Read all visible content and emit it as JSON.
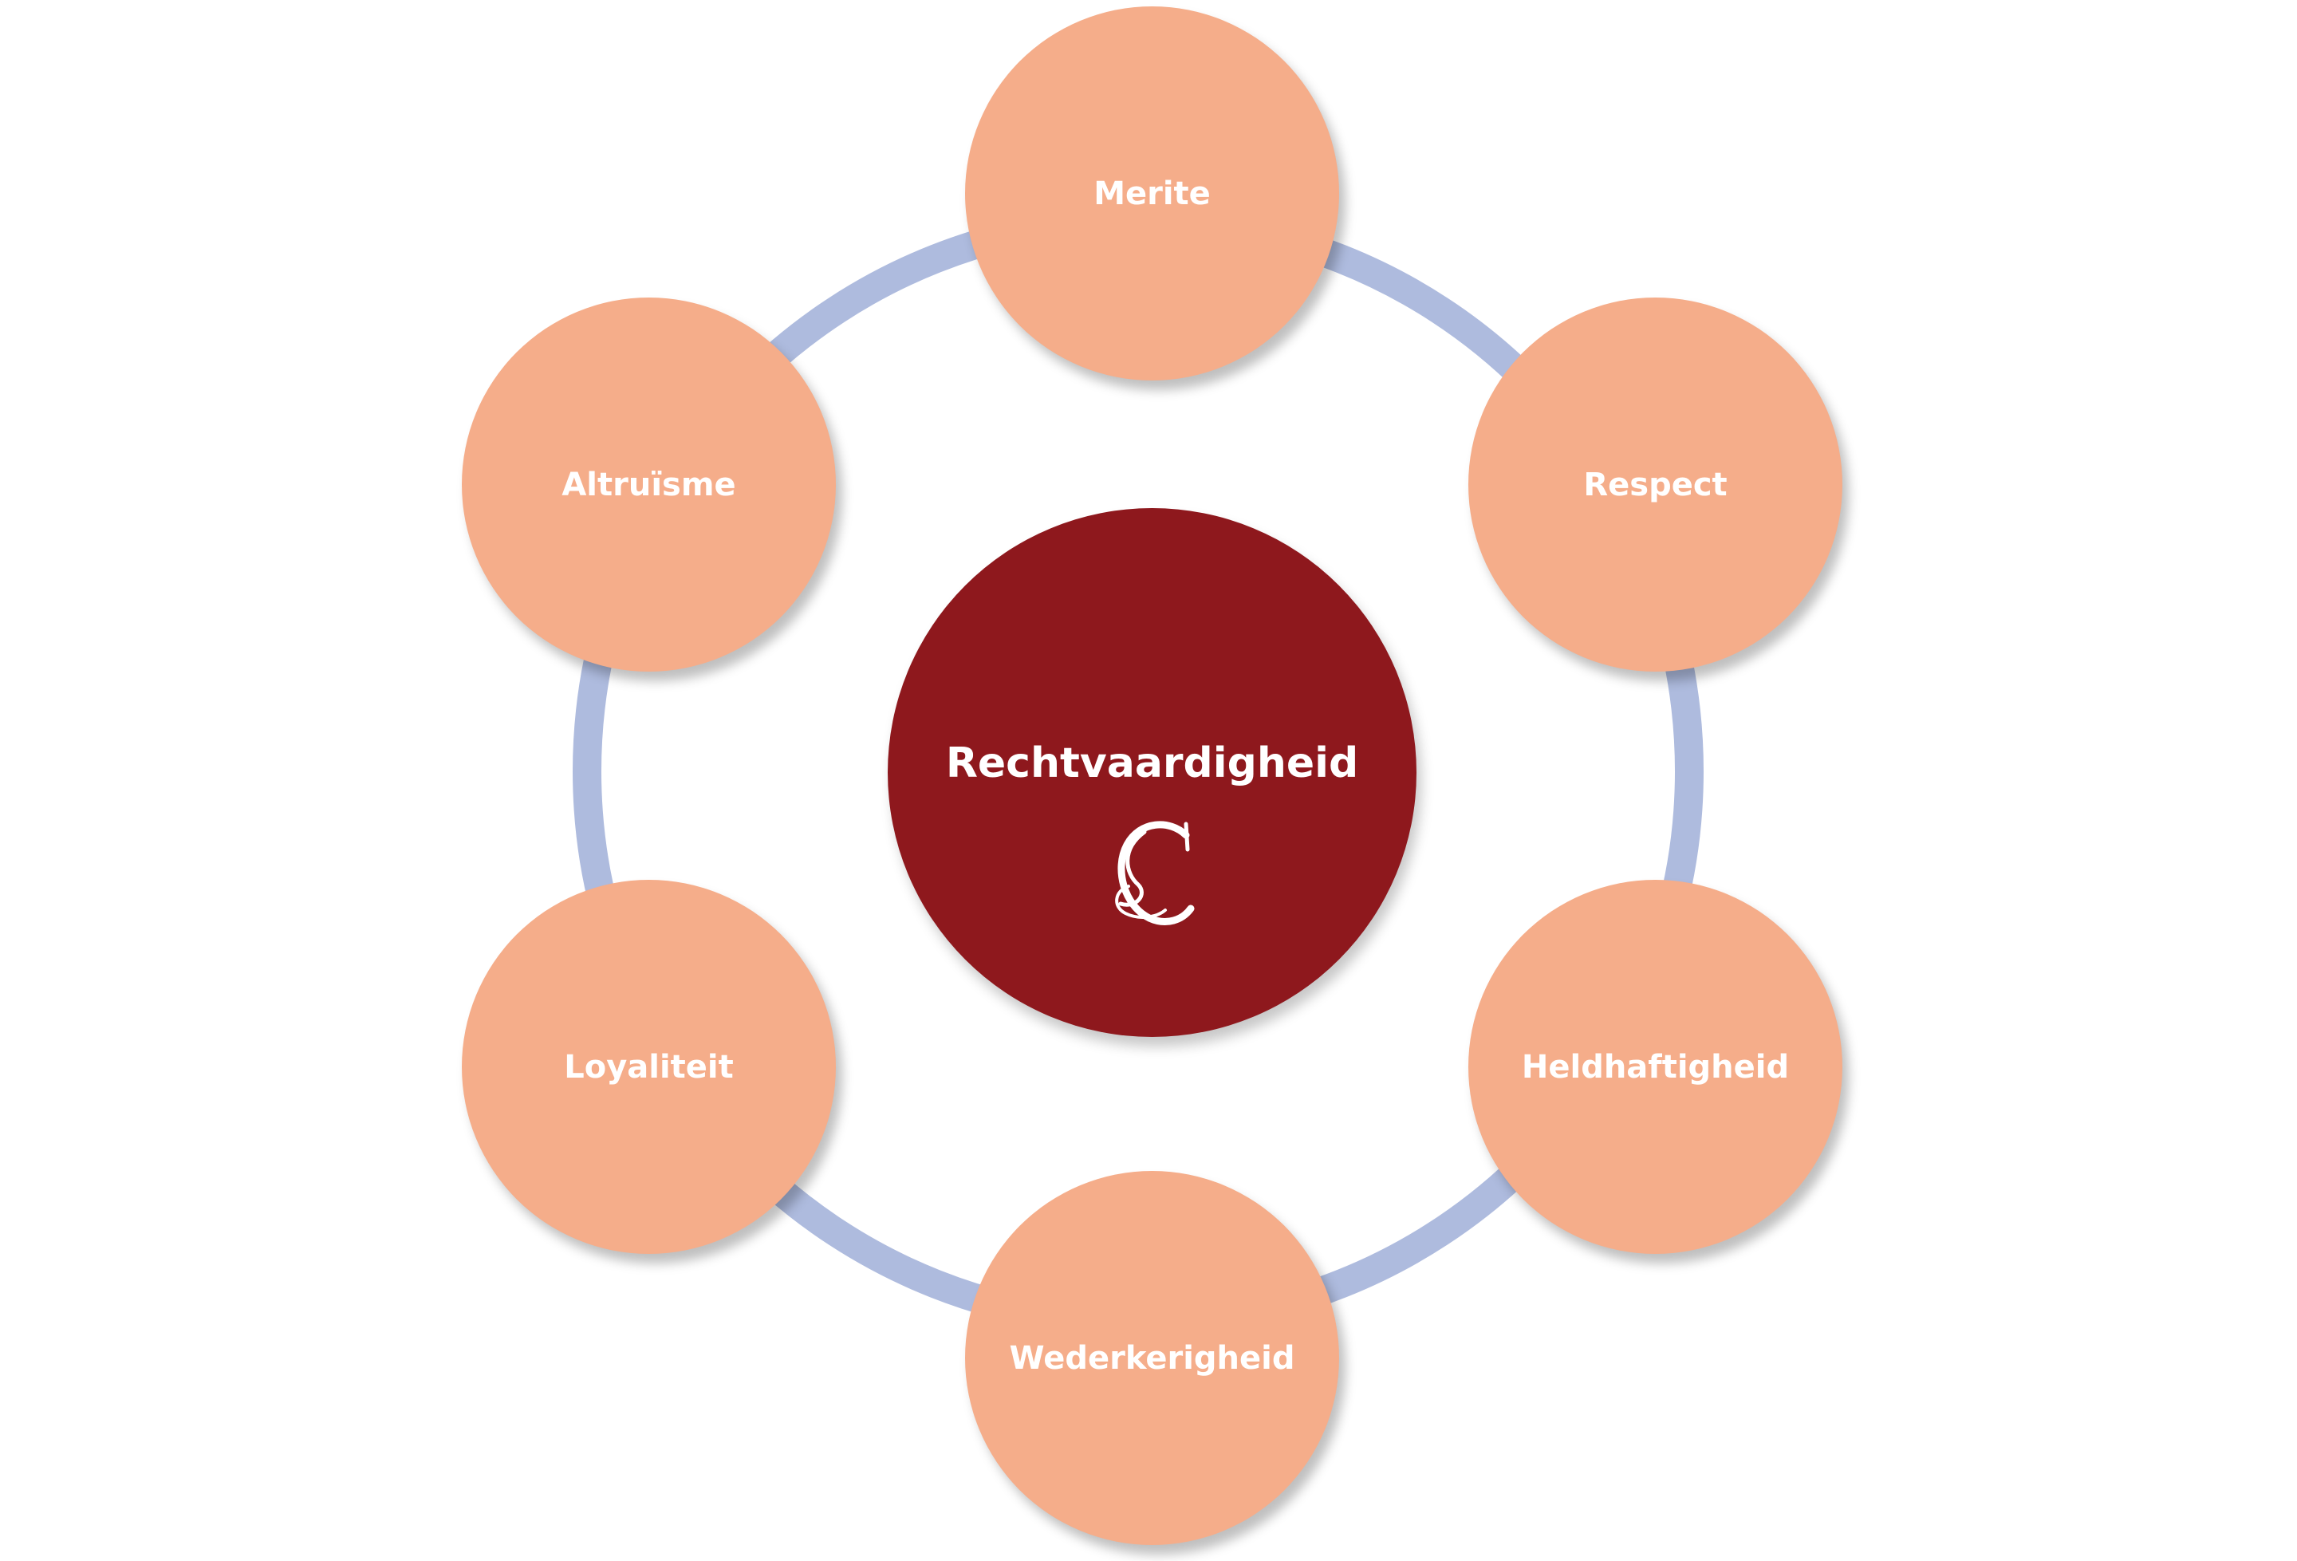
{
  "center": {
    "label": "Rechtvaardigheid",
    "logo_icon": "c-monogram-logo",
    "color": "#8e181d"
  },
  "nodes": [
    {
      "label": "Merite"
    },
    {
      "label": "Respect"
    },
    {
      "label": "Heldhaftigheid"
    },
    {
      "label": "Wederkerigheid"
    },
    {
      "label": "Loyaliteit"
    },
    {
      "label": "Altruïsme"
    }
  ],
  "colors": {
    "node_fill": "#f5ad8a",
    "ring": "#aebbde",
    "text": "#ffffff"
  }
}
